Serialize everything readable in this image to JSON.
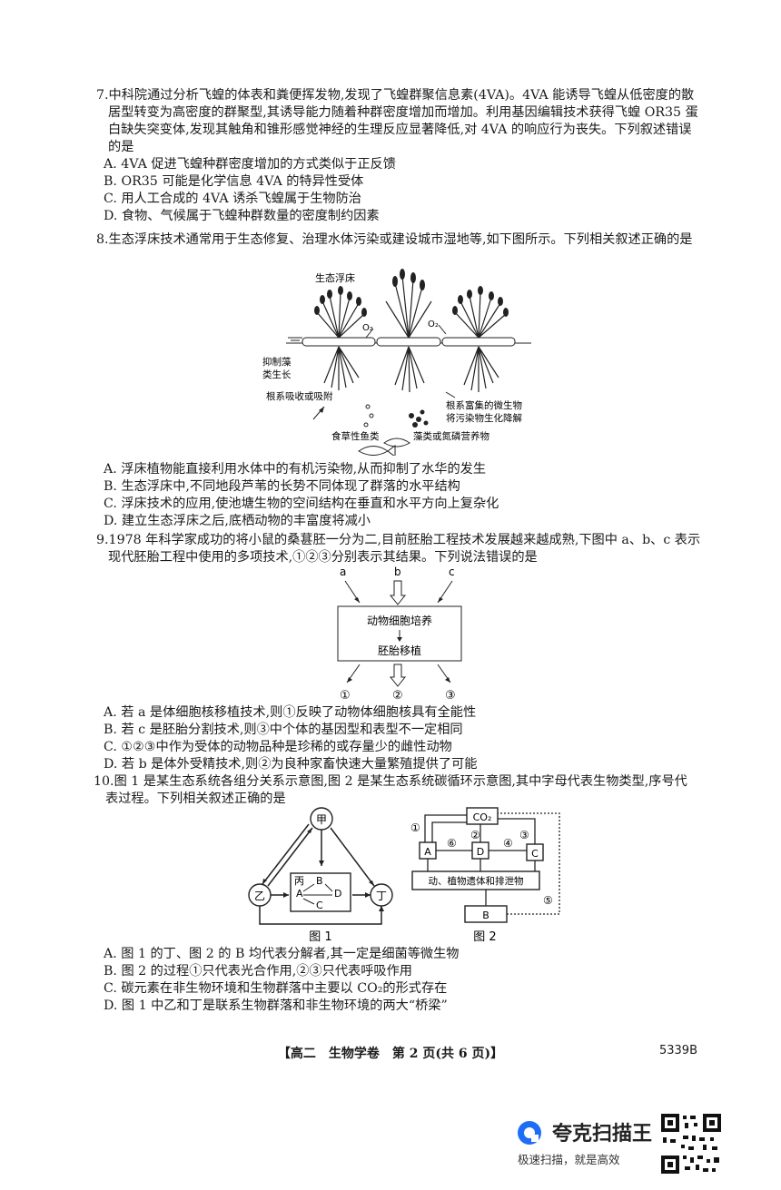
{
  "q7": {
    "stem": "7.中科院通过分析飞蝗的体表和粪便挥发物,发现了飞蝗群聚信息素(4VA)。4VA 能诱导飞蝗从低密度的散居型转变为高密度的群聚型,其诱导能力随着种群密度增加而增加。利用基因编辑技术获得飞蝗 OR35 蛋白缺失突变体,发现其触角和锥形感觉神经的生理反应显著降低,对 4VA 的响应行为丧失。下列叙述错误的是",
    "options": [
      "A. 4VA 促进飞蝗种群密度增加的方式类似于正反馈",
      "B. OR35 可能是化学信息 4VA 的特异性受体",
      "C. 用人工合成的 4VA 诱杀飞蝗属于生物防治",
      "D. 食物、气候属于飞蝗种群数量的密度制约因素"
    ]
  },
  "q8": {
    "stem": "8.生态浮床技术通常用于生态修复、治理水体污染或建设城市湿地等,如下图所示。下列相关叙述正确的是",
    "figure": {
      "label_float": "生态浮床",
      "label_o2_a": "O₂",
      "label_o2_b": "O₂",
      "label_inhibit_1": "抑制藻",
      "label_inhibit_2": "类生长",
      "label_root_absorb": "根系吸收或吸附",
      "label_microbe_1": "根系富集的微生物",
      "label_microbe_2": "将污染物生化降解",
      "label_fish": "食草性鱼类",
      "label_algae": "藻类或氮磷营养物"
    },
    "options": [
      "A. 浮床植物能直接利用水体中的有机污染物,从而抑制了水华的发生",
      "B. 生态浮床中,不同地段芦苇的长势不同体现了群落的水平结构",
      "C. 浮床技术的应用,使池塘生物的空间结构在垂直和水平方向上复杂化",
      "D. 建立生态浮床之后,底栖动物的丰富度将减小"
    ]
  },
  "q9": {
    "stem": "9.1978 年科学家成功的将小鼠的桑葚胚一分为二,目前胚胎工程技术发展越来越成熟,下图中 a、b、c 表示现代胚胎工程中使用的多项技术,①②③分别表示其结果。下列说法错误的是",
    "figure": {
      "in_a": "a",
      "in_b": "b",
      "in_c": "c",
      "box_line1": "动物细胞培养",
      "box_line2": "胚胎移植",
      "out_1": "①",
      "out_2": "②",
      "out_3": "③"
    },
    "options": [
      "A. 若 a 是体细胞核移植技术,则①反映了动物体细胞核具有全能性",
      "B. 若 c 是胚胎分割技术,则③中个体的基因型和表型不一定相同",
      "C. ①②③中作为受体的动物品种是珍稀的或存量少的雌性动物",
      "D. 若 b 是体外受精技术,则②为良种家畜快速大量繁殖提供了可能"
    ]
  },
  "q10": {
    "stem": "10.图 1 是某生态系统各组分关系示意图,图 2 是某生态系统碳循环示意图,其中字母代表生物类型,序号代表过程。下列相关叙述正确的是",
    "fig1": {
      "jia": "甲",
      "yi": "乙",
      "ding": "丁",
      "bing": "丙",
      "A": "A",
      "B": "B",
      "C": "C",
      "D": "D",
      "caption": "图 1"
    },
    "fig2": {
      "co2": "CO₂",
      "A": "A",
      "D": "D",
      "C": "C",
      "B": "B",
      "n1": "①",
      "n2": "②",
      "n3": "③",
      "n4": "④",
      "n5": "⑤",
      "n6": "⑥",
      "waste": "动、植物遗体和排泄物",
      "caption": "图 2"
    },
    "options": [
      "A. 图 1 的丁、图 2 的 B 均代表分解者,其一定是细菌等微生物",
      "B. 图 2 的过程①只代表光合作用,②③只代表呼吸作用",
      "C. 碳元素在非生物环境和生物群落中主要以 CO₂的形式存在",
      "D. 图 1 中乙和丁是联系生物群落和非生物环境的两大“桥梁”"
    ]
  },
  "footer": {
    "label": "【高二　生物学卷　第 2 页(共 6 页)】",
    "code": "5339B"
  },
  "watermark": {
    "brand": "夸克扫描王",
    "slogan": "极速扫描，就是高效"
  }
}
